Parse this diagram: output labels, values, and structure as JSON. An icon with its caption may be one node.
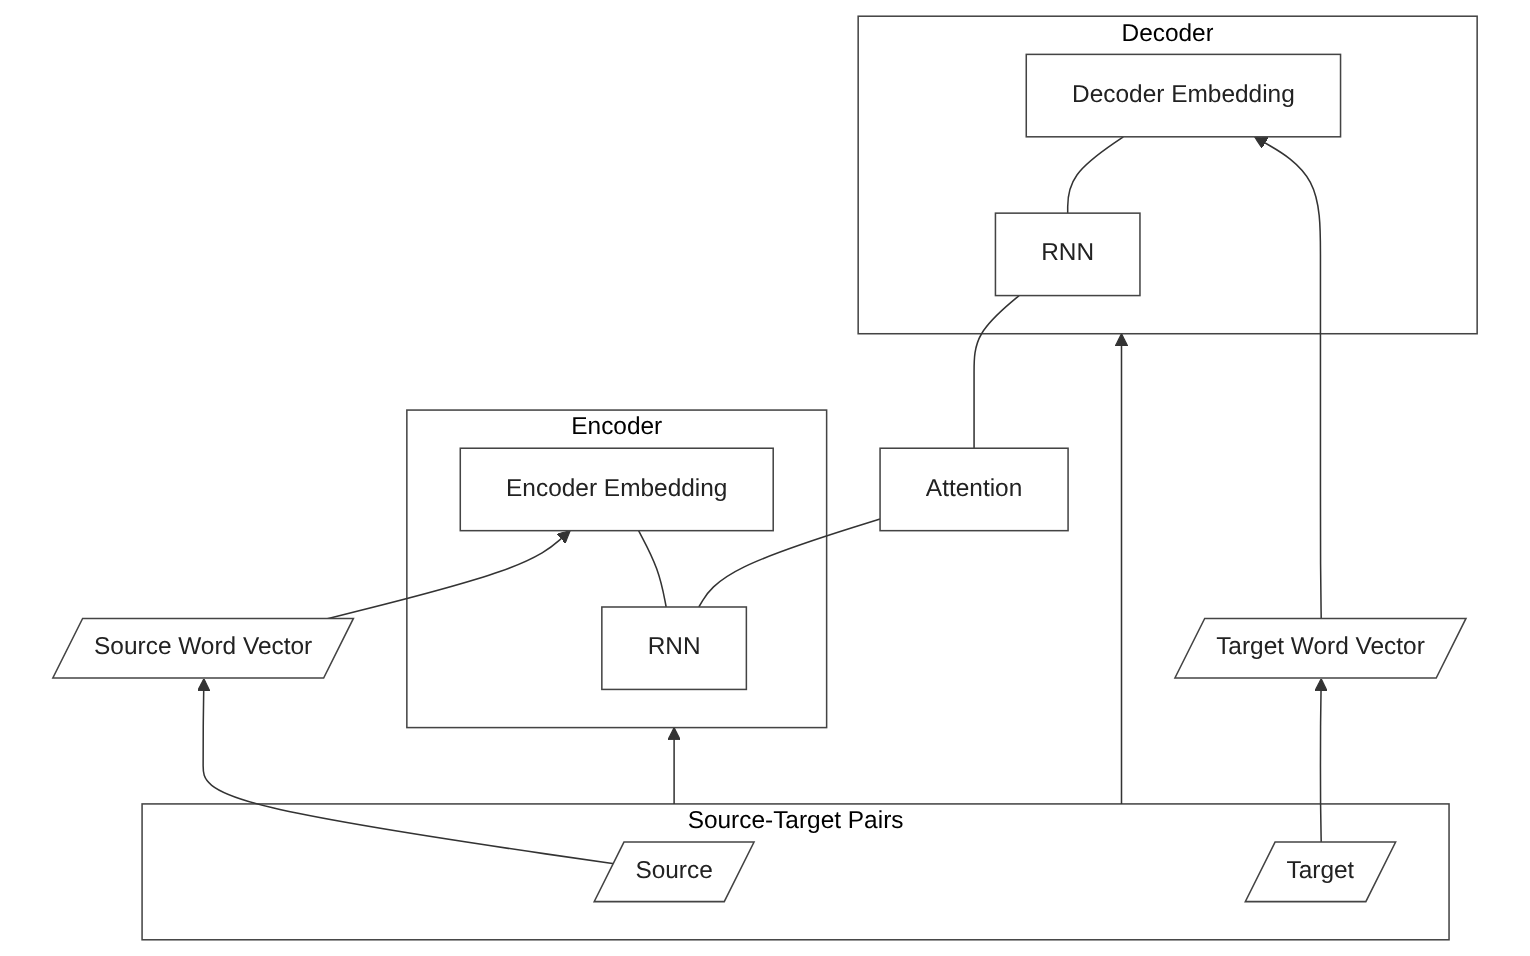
{
  "diagram": {
    "nodes": [
      {
        "text": [
          "Encoder"
        ]
      },
      {
        "text": [
          "RNN"
        ],
        "in": 0
      },
      {
        "text": [
          "Encoder Embedding"
        ],
        "in": 0
      },
      {
        "text": [
          "Attention"
        ]
      },
      {
        "text": [
          "Decoder"
        ]
      },
      {
        "text": [
          "RNN"
        ],
        "in": 4
      },
      {
        "text": [
          "Decoder Embedding"
        ],
        "in": 4
      },
      {
        "text": [
          "Source-Target Pairs"
        ]
      },
      {
        "text": [
          "Source"
        ],
        "in": 7
      },
      {
        "text": [
          "Target"
        ],
        "in": 7
      },
      {
        "text": [
          "Source Word Vector"
        ]
      },
      {
        "text": [
          "Target Word Vector"
        ]
      }
    ],
    "edges": [
      {
        "from": 1,
        "to": 2,
        "arrow": "none"
      },
      {
        "from": 1,
        "to": 3,
        "arrow": "none"
      },
      {
        "from": 3,
        "to": 5,
        "arrow": "none"
      },
      {
        "from": 5,
        "to": 6,
        "arrow": "none"
      },
      {
        "from": 7,
        "to": 0,
        "arrow": "to"
      },
      {
        "from": 7,
        "to": 4,
        "arrow": "to"
      },
      {
        "from": 8,
        "to": 10,
        "arrow": "to"
      },
      {
        "from": 9,
        "to": 11,
        "arrow": "to"
      },
      {
        "from": 10,
        "to": 2,
        "arrow": "to"
      },
      {
        "from": 11,
        "to": 6,
        "arrow": "to"
      }
    ]
  }
}
